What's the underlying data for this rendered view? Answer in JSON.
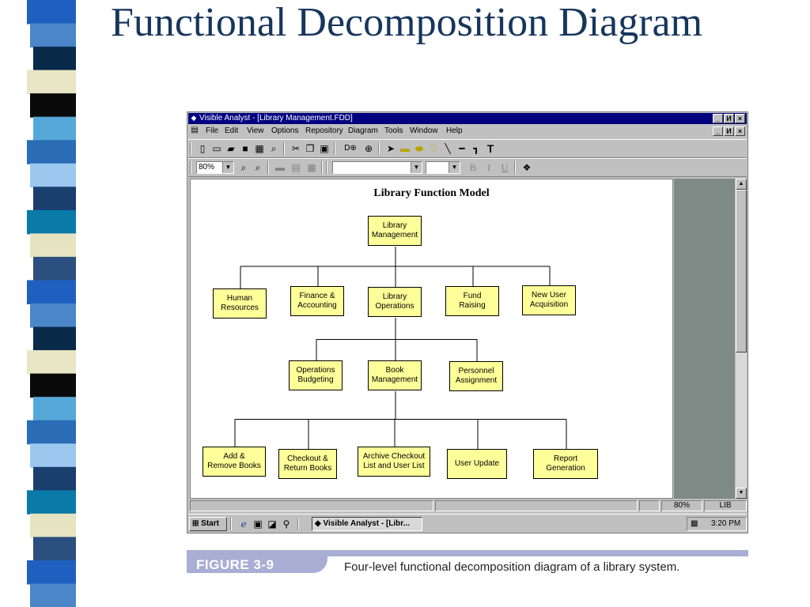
{
  "slide": {
    "title": "Functional Decomposition Diagram",
    "stripe_colors": [
      "#1f5fbf",
      "#4a86c8",
      "#0a2a4a",
      "#e8e6c4",
      "#0a0a0a",
      "#56a8d8",
      "#2a6cb5",
      "#9cc8f0",
      "#1a3e6e",
      "#0a7aa8",
      "#e6e4c0",
      "#2b4f7e"
    ]
  },
  "window": {
    "title": "Visible Analyst - [Library Management.FDD]",
    "buttons": {
      "minimize": "_",
      "restore": "И",
      "close": "×"
    },
    "menu": [
      "File",
      "Edit",
      "View",
      "Options",
      "Repository",
      "Diagram",
      "Tools",
      "Window",
      "Help"
    ],
    "zoom_combo": "80%",
    "format_buttons": {
      "bold": "B",
      "italic": "I",
      "underline": "U"
    }
  },
  "diagram": {
    "title": "Library Function Model",
    "box_color": "#ffff99",
    "nodes": [
      {
        "id": "root",
        "label": "Library\nManagement"
      },
      {
        "id": "hr",
        "label": "Human\nResources"
      },
      {
        "id": "fa",
        "label": "Finance &\nAccounting"
      },
      {
        "id": "lo",
        "label": "Library\nOperations"
      },
      {
        "id": "fr",
        "label": "Fund\nRaising"
      },
      {
        "id": "nua",
        "label": "New User\nAcquisition"
      },
      {
        "id": "ob",
        "label": "Operations\nBudgeting"
      },
      {
        "id": "bm",
        "label": "Book\nManagement"
      },
      {
        "id": "pa",
        "label": "Personnel\nAssignment"
      },
      {
        "id": "arb",
        "label": "Add &\nRemove Books"
      },
      {
        "id": "crb",
        "label": "Checkout &\nReturn Books"
      },
      {
        "id": "acl",
        "label": "Archive Checkout\nList and User List"
      },
      {
        "id": "uu",
        "label": "User Update"
      },
      {
        "id": "rg",
        "label": "Report\nGeneration"
      }
    ],
    "edges": [
      [
        "root",
        "hr"
      ],
      [
        "root",
        "fa"
      ],
      [
        "root",
        "lo"
      ],
      [
        "root",
        "fr"
      ],
      [
        "root",
        "nua"
      ],
      [
        "lo",
        "ob"
      ],
      [
        "lo",
        "bm"
      ],
      [
        "lo",
        "pa"
      ],
      [
        "bm",
        "arb"
      ],
      [
        "bm",
        "crb"
      ],
      [
        "bm",
        "acl"
      ],
      [
        "bm",
        "uu"
      ],
      [
        "bm",
        "rg"
      ]
    ]
  },
  "statusbar": {
    "zoom": "80%",
    "mode": "LIB"
  },
  "taskbar": {
    "start": "Start",
    "task": "Visible Analyst - [Libr...",
    "clock": "3:20 PM"
  },
  "figure": {
    "label": "FIGURE 3-9",
    "caption": "Four-level functional decomposition diagram of a library system."
  }
}
